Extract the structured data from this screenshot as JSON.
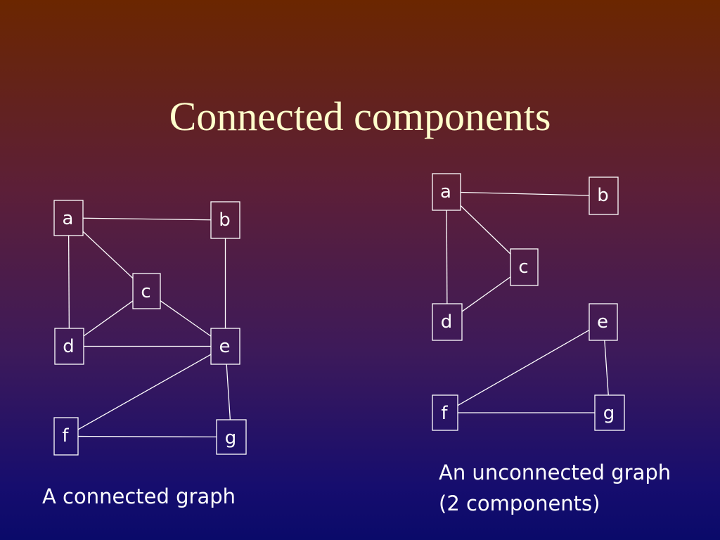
{
  "slide": {
    "title": "Connected components",
    "caption_left": "A connected graph",
    "caption_right_line1": "An unconnected graph",
    "caption_right_line2": "(2 components)"
  },
  "colors": {
    "title": "#ffffcc",
    "lines": "#ffffff",
    "text": "#ffffff"
  },
  "graphs": [
    {
      "id": "left",
      "nodes": [
        "a",
        "b",
        "c",
        "d",
        "e",
        "f",
        "g"
      ],
      "edges": [
        [
          "a",
          "b"
        ],
        [
          "a",
          "c"
        ],
        [
          "a",
          "d"
        ],
        [
          "b",
          "e"
        ],
        [
          "c",
          "d"
        ],
        [
          "c",
          "e"
        ],
        [
          "d",
          "e"
        ],
        [
          "e",
          "f"
        ],
        [
          "e",
          "g"
        ],
        [
          "f",
          "g"
        ]
      ]
    },
    {
      "id": "right",
      "nodes": [
        "a",
        "b",
        "c",
        "d",
        "e",
        "f",
        "g"
      ],
      "edges": [
        [
          "a",
          "b"
        ],
        [
          "a",
          "c"
        ],
        [
          "a",
          "d"
        ],
        [
          "c",
          "d"
        ],
        [
          "e",
          "f"
        ],
        [
          "e",
          "g"
        ],
        [
          "f",
          "g"
        ]
      ]
    }
  ]
}
